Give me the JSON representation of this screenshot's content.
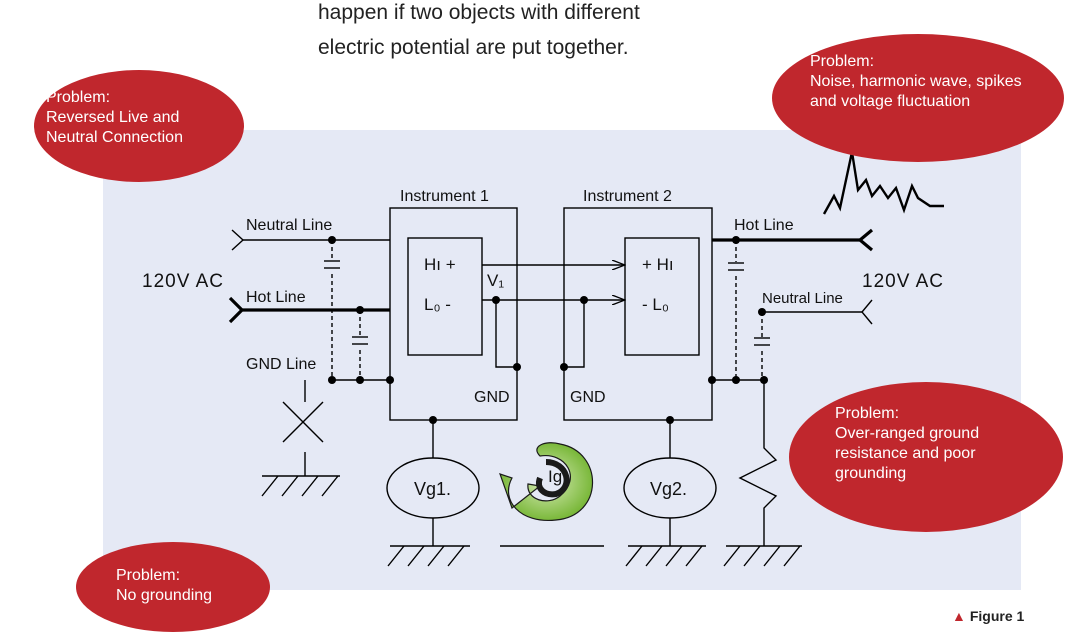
{
  "caption": {
    "line1": "happen if two objects with different",
    "line2": "electric potential are put together."
  },
  "labels": {
    "instrument1": "Instrument 1",
    "instrument2": "Instrument 2",
    "neutral_line_left": "Neutral Line",
    "hot_line_left": "Hot Line",
    "gnd_line": "GND Line",
    "ac_left": "120V AC",
    "ac_right": "120V AC",
    "hot_line_right": "Hot Line",
    "neutral_line_right": "Neutral Line",
    "hi_left": "Hı +",
    "lo_left": "L₀ -",
    "v1": "V₁",
    "gnd_left": "GND",
    "hi_right": "+ Hı",
    "lo_right": "- L₀",
    "gnd_right": "GND",
    "vg1": "Vg1.",
    "vg2": "Vg2.",
    "ig": "Ig"
  },
  "bubbles": {
    "b1": {
      "title": "Problem:",
      "line1": "Reversed Live and",
      "line2": "Neutral Connection"
    },
    "b2": {
      "title": "Problem:",
      "line1": "Noise, harmonic wave, spikes",
      "line2": "and voltage fluctuation"
    },
    "b3": {
      "title": "Problem:",
      "line1": "Over-ranged ground",
      "line2": "resistance and poor",
      "line3": "grounding"
    },
    "b4": {
      "title": "Problem:",
      "line1": "No grounding"
    }
  },
  "figure_label": "Figure 1",
  "colors": {
    "bubble": "#c0272d",
    "panel": "#e5e9f5",
    "current_loop": "#8dc63f"
  }
}
